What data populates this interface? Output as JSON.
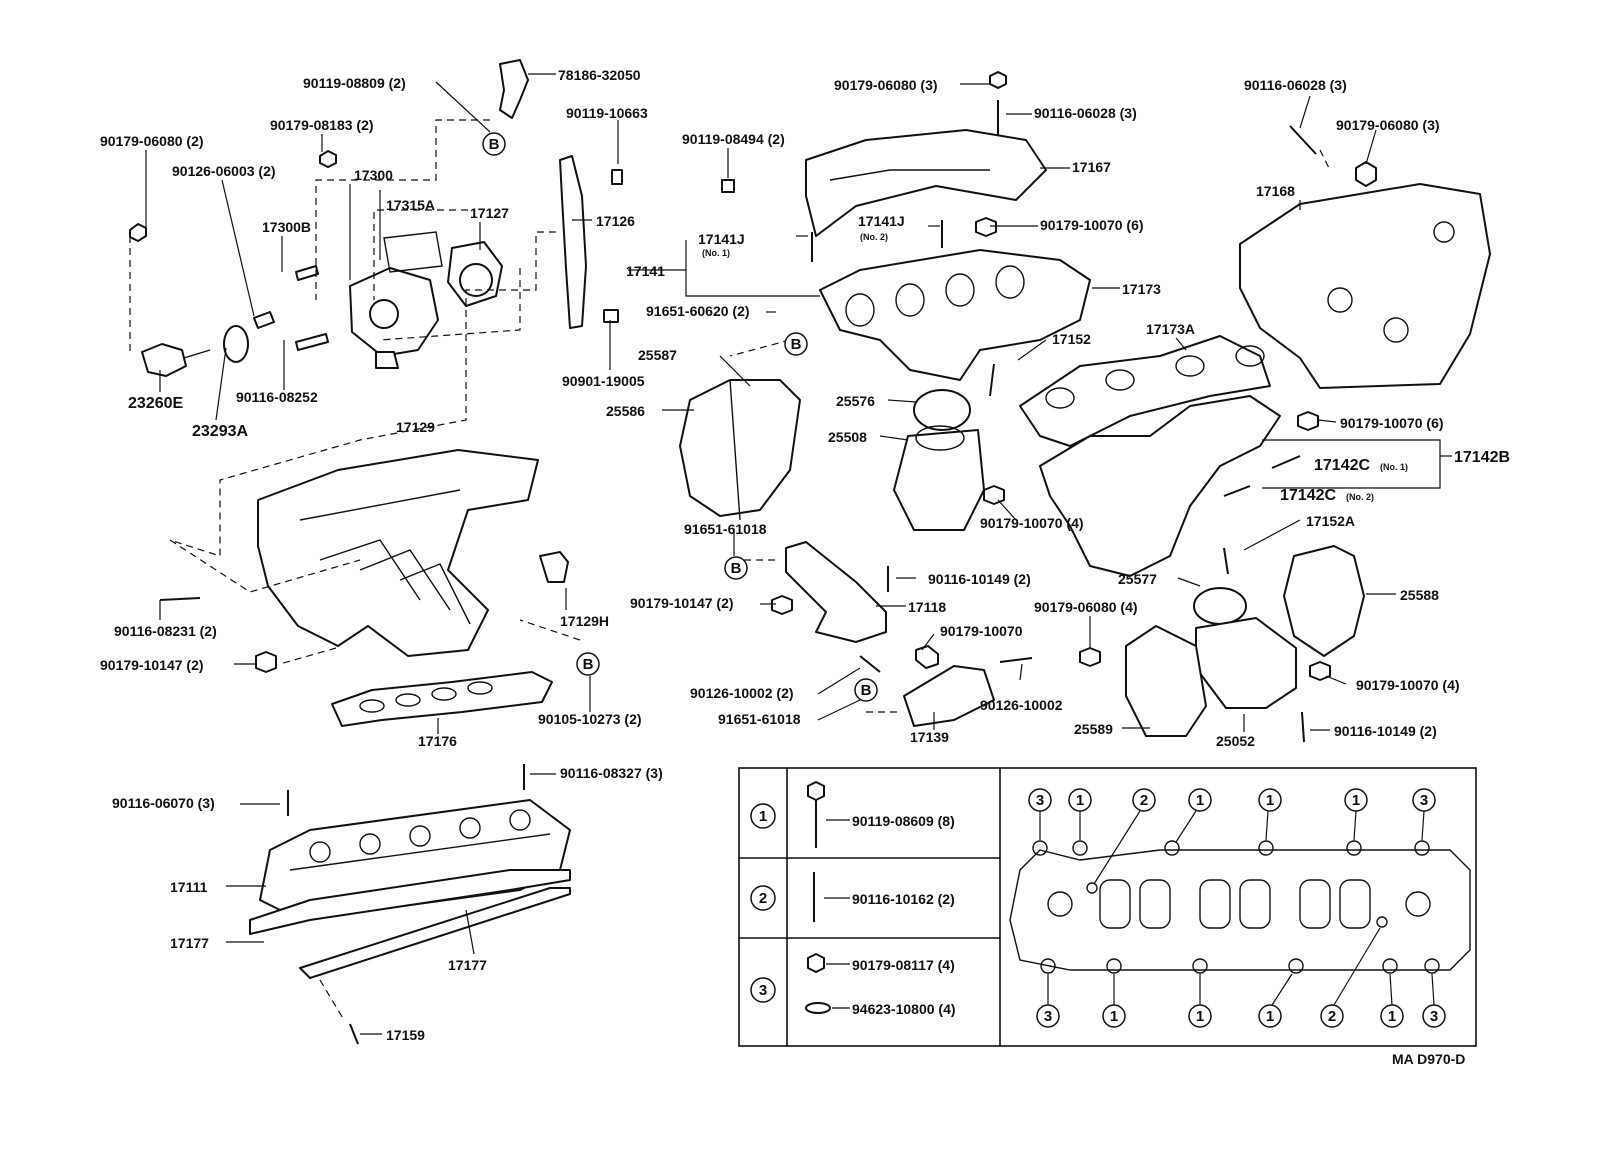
{
  "diagram_code": "MA D970-D",
  "callouts": {
    "p1": {
      "text": "90119-08809 (2)"
    },
    "p2": {
      "text": "78186-32050"
    },
    "p3": {
      "text": "90179-06080 (3)"
    },
    "p4": {
      "text": "90116-06028 (3)"
    },
    "p5": {
      "text": "90116-06028 (3)"
    },
    "p6": {
      "text": "90179-06080 (3)"
    },
    "p7": {
      "text": "90179-08183 (2)"
    },
    "p8": {
      "text": "90119-10663"
    },
    "p9": {
      "text": "90119-08494 (2)"
    },
    "p10": {
      "text": "17167"
    },
    "p11": {
      "text": "90179-06080 (2)"
    },
    "p12": {
      "text": "90126-06003 (2)"
    },
    "p13": {
      "text": "17300"
    },
    "p14": {
      "text": "17315A"
    },
    "p15": {
      "text": "17127"
    },
    "p16": {
      "text": "17126"
    },
    "p17": {
      "text": "17300B"
    },
    "p18": {
      "text": "17141J"
    },
    "p19": {
      "text": "17141J"
    },
    "p20": {
      "text": "90179-10070 (6)"
    },
    "p21": {
      "text": "17168"
    },
    "p22": {
      "text": "17141"
    },
    "p23": {
      "text": "17173"
    },
    "p24": {
      "text": "91651-60620 (2)"
    },
    "p25": {
      "text": "23260E"
    },
    "p26": {
      "text": "23293A"
    },
    "p27": {
      "text": "90116-08252"
    },
    "p28": {
      "text": "25587"
    },
    "p29": {
      "text": "90901-19005"
    },
    "p30": {
      "text": "17152"
    },
    "p31": {
      "text": "17173A"
    },
    "p32": {
      "text": "25586"
    },
    "p33": {
      "text": "25576"
    },
    "p34": {
      "text": "25508"
    },
    "p35": {
      "text": "90179-10070 (6)"
    },
    "p36": {
      "text": "17129"
    },
    "p37": {
      "text": "17142C"
    },
    "p38": {
      "text": "17142B"
    },
    "p39": {
      "text": "17142C"
    },
    "p40": {
      "text": "90179-10070 (4)"
    },
    "p41": {
      "text": "91651-61018"
    },
    "p42": {
      "text": "17152A"
    },
    "p43": {
      "text": "90116-10149 (2)"
    },
    "p44": {
      "text": "25577"
    },
    "p45": {
      "text": "25588"
    },
    "p46": {
      "text": "17129H"
    },
    "p47": {
      "text": "90179-10147 (2)"
    },
    "p48": {
      "text": "17118"
    },
    "p49": {
      "text": "90179-06080 (4)"
    },
    "p50": {
      "text": "90116-08231 (2)"
    },
    "p51": {
      "text": "90179-10070"
    },
    "p52": {
      "text": "90179-10147 (2)"
    },
    "p53": {
      "text": "90126-10002 (2)"
    },
    "p54": {
      "text": "90126-10002"
    },
    "p55": {
      "text": "90179-10070 (4)"
    },
    "p56": {
      "text": "90105-10273 (2)"
    },
    "p57": {
      "text": "91651-61018"
    },
    "p58": {
      "text": "17176"
    },
    "p59": {
      "text": "17139"
    },
    "p60": {
      "text": "25589"
    },
    "p61": {
      "text": "25052"
    },
    "p62": {
      "text": "90116-10149 (2)"
    },
    "p63": {
      "text": "90116-08327 (3)"
    },
    "p64": {
      "text": "90116-06070 (3)"
    },
    "p65": {
      "text": "17111"
    },
    "p66": {
      "text": "17177"
    },
    "p67": {
      "text": "17177"
    },
    "p68": {
      "text": "17159"
    }
  },
  "sublabels": {
    "s1": "(No. 1)",
    "s2": "(No. 2)",
    "s3": "(No. 1)",
    "s4": "(No. 2)"
  },
  "ref_markers": {
    "b": "B"
  },
  "legend": {
    "rows": [
      {
        "num": "1",
        "part": "90119-08609 (8)"
      },
      {
        "num": "2",
        "part": "90116-10162 (2)"
      },
      {
        "num": "3",
        "part": "90179-08117 (4)",
        "part2": "94623-10800 (4)"
      }
    ],
    "top_seq": [
      "3",
      "1",
      "2",
      "1",
      "1",
      "1",
      "3"
    ],
    "bottom_seq": [
      "3",
      "1",
      "1",
      "1",
      "2",
      "1",
      "3"
    ]
  }
}
